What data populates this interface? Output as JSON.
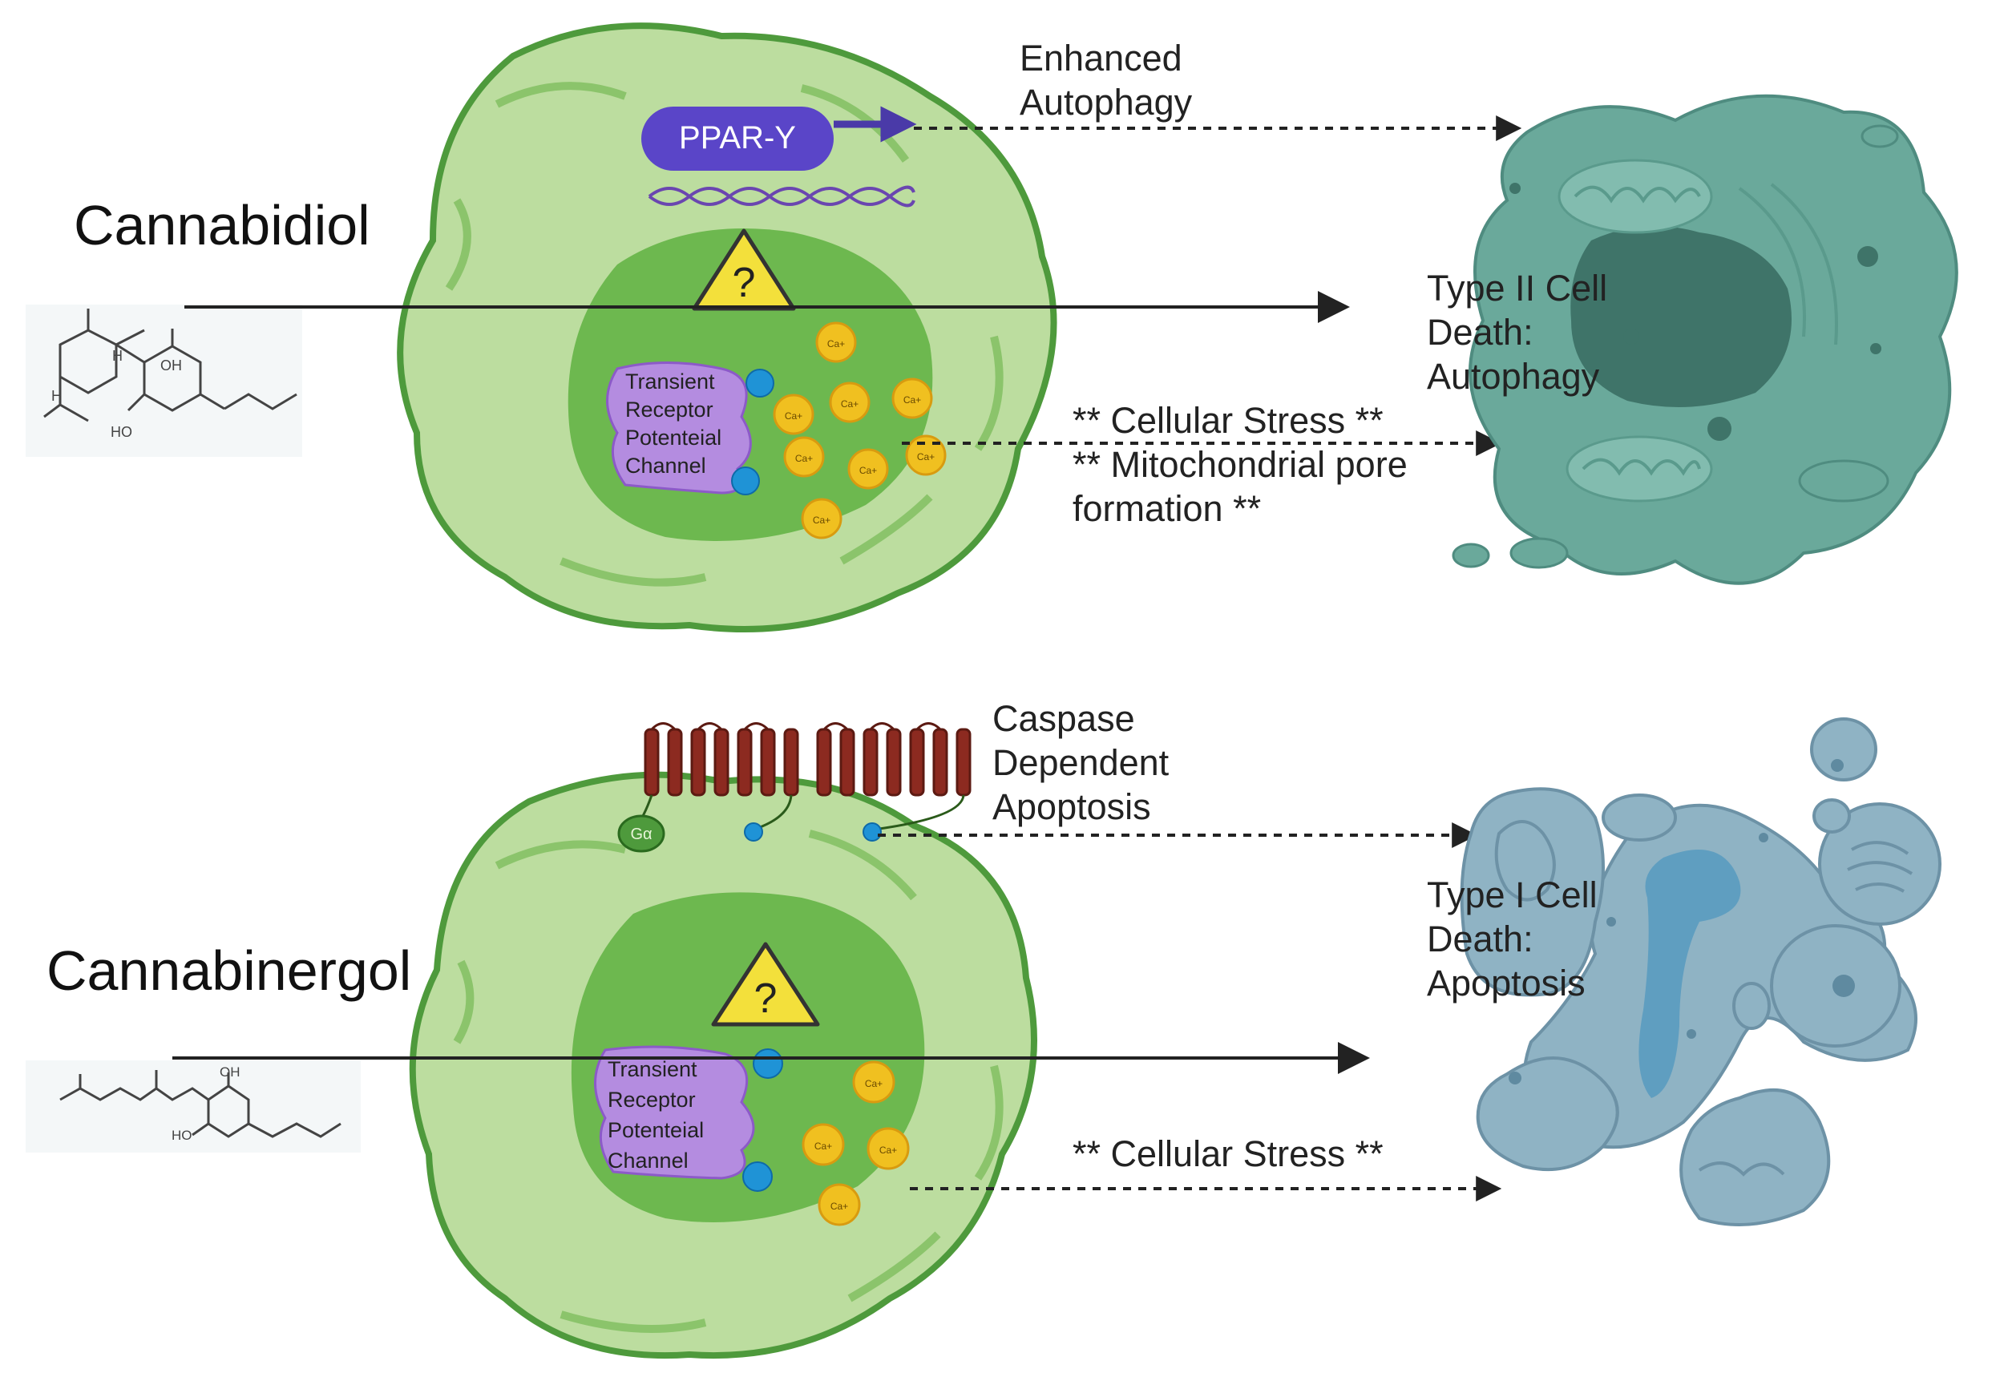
{
  "top_panel": {
    "compound_name": "Cannabidiol",
    "receptor_label": "PPAR-Y",
    "warning_symbol": "?",
    "channel_label": [
      "Transient",
      "Receptor",
      "Potenteial",
      "Channel"
    ],
    "ion_label": "Ca+",
    "autophagy_label": [
      "Enhanced",
      "Autophagy"
    ],
    "stress_label": [
      "** Cellular Stress **",
      "** Mitochondrial pore",
      "formation **"
    ],
    "outcome_label": [
      "Type II Cell",
      "Death:",
      "Autophagy"
    ],
    "structure_labels": [
      "H",
      "OH",
      "H",
      "HO"
    ]
  },
  "bottom_panel": {
    "compound_name": "Cannabinergol",
    "warning_symbol": "?",
    "g_protein_label": "Gα",
    "channel_label": [
      "Transient",
      "Receptor",
      "Potenteial",
      "Channel"
    ],
    "ion_label": "Ca+",
    "caspase_label": [
      "Caspase",
      "Dependent",
      "Apoptosis"
    ],
    "stress_label": [
      "** Cellular Stress **"
    ],
    "outcome_label": [
      "Type I Cell",
      "Death:",
      "Apoptosis"
    ],
    "structure_labels": [
      "OH",
      "HO"
    ]
  },
  "colors": {
    "cell_outer": "#bcdd9f",
    "cell_stroke": "#4e9a3c",
    "nucleus": "#6db84f",
    "receptor": "#5a45c8",
    "channel": "#b48ce0",
    "calcium": "#f0c020",
    "blue_bead": "#1f93d6",
    "warning": "#f3e03b",
    "gpcr": "#8c2a20",
    "autophagy_cell": "#6aa99b",
    "apoptosis_cell": "#8fb3c4"
  }
}
